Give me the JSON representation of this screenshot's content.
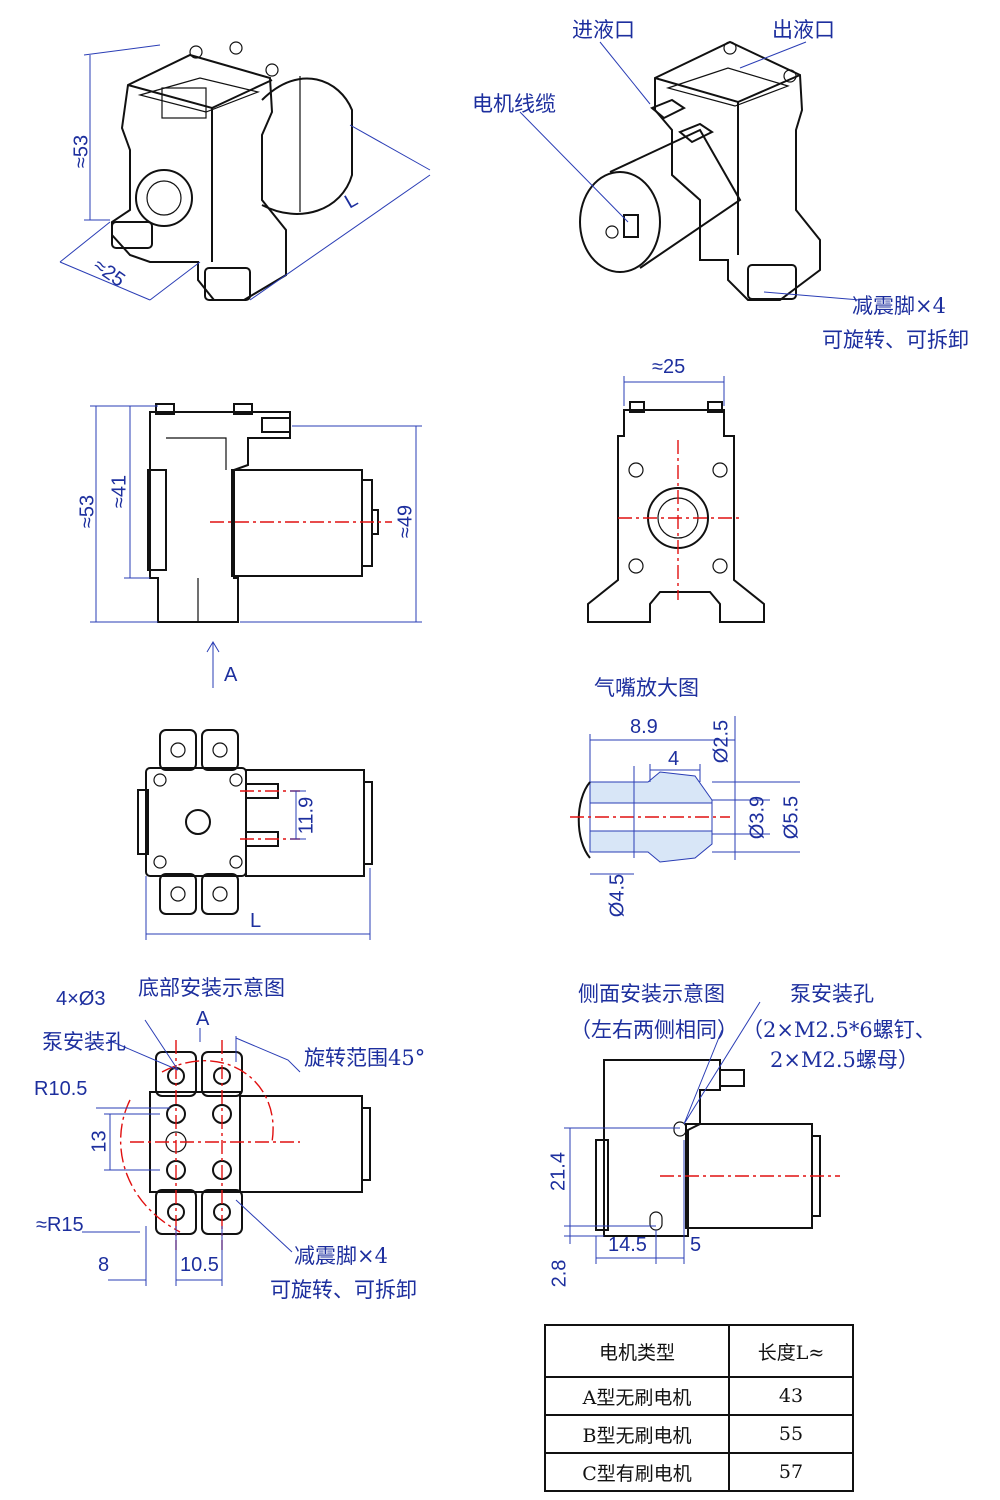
{
  "views": {
    "iso_left": {
      "dims": {
        "height": "≈53",
        "width": "≈25",
        "length": "L"
      }
    },
    "iso_right": {
      "labels": {
        "inlet": "进液口",
        "outlet": "出液口",
        "motor_cable": "电机线缆",
        "feet_line1": "减震脚×4",
        "feet_line2": "可旋转、可拆卸"
      }
    },
    "side": {
      "dims": {
        "overall_height": "≈53",
        "body_height": "≈41",
        "motor_height": "≈49"
      },
      "view_marker": "A"
    },
    "front": {
      "dims": {
        "width": "≈25"
      }
    },
    "top": {
      "dims": {
        "port_spacing": "11.9",
        "length": "L"
      }
    },
    "nozzle": {
      "title": "气嘴放大图",
      "dims": {
        "length": "8.9",
        "tip_length": "4",
        "d_tip": "Ø2.5",
        "d_inner": "Ø3.9",
        "d_barb": "Ø5.5",
        "d_base": "Ø4.5"
      }
    },
    "bottom_mount": {
      "title": "底部安装示意图",
      "view_marker": "A",
      "labels": {
        "holes_count": "4×Ø3",
        "holes_name": "泵安装孔",
        "radius_a": "R10.5",
        "radius_b": "≈R15",
        "rotation": "旋转范围45°",
        "feet_line1": "减震脚×4",
        "feet_line2": "可旋转、可拆卸"
      },
      "dims": {
        "offset_13": "13",
        "offset_8": "8",
        "spacing": "10.5"
      }
    },
    "side_mount": {
      "title_line1": "侧面安装示意图",
      "title_line2": "（左右两侧相同）",
      "labels": {
        "holes_name": "泵安装孔",
        "screws": "（2×M2.5*6螺钉、",
        "nuts": "2×M2.5螺母）"
      },
      "dims": {
        "height": "21.4",
        "base": "2.8",
        "spacing": "14.5",
        "edge": "5"
      }
    }
  },
  "table": {
    "headers": [
      "电机类型",
      "长度L≈"
    ],
    "rows": [
      [
        "A型无刷电机",
        "43"
      ],
      [
        "B型无刷电机",
        "55"
      ],
      [
        "C型有刷电机",
        "57"
      ]
    ]
  }
}
